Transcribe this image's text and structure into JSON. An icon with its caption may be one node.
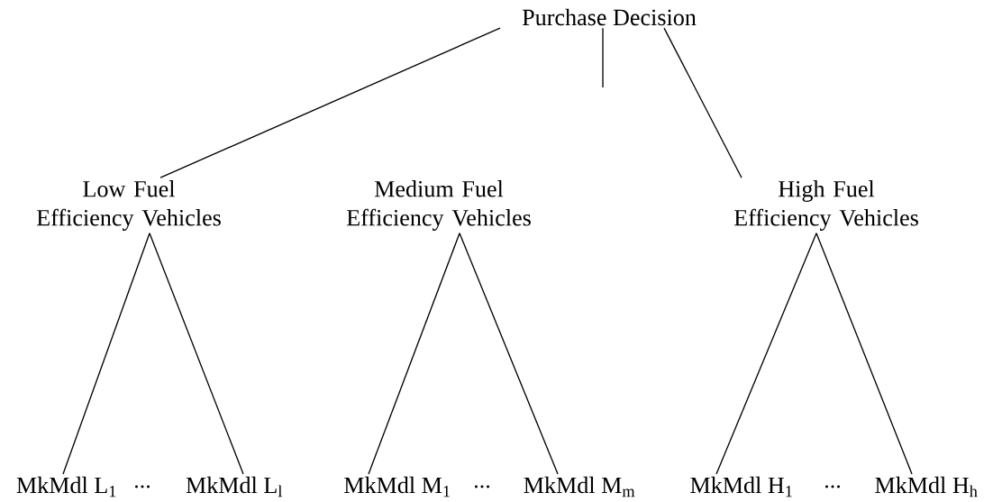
{
  "diagram": {
    "nodes": [
      {
        "text": [
          "Purchase Decision"
        ]
      },
      {
        "text": [
          "Low Fuel Efficiency Vehicles"
        ]
      },
      {
        "text": [
          "Medium Fuel Efficiency Vehicles"
        ]
      },
      {
        "text": [
          "High Fuel Efficiency Vehicles"
        ]
      },
      {
        "text": [
          "MkMdl L$_{1}$"
        ]
      },
      {
        "text": [
          "MkMdl L$_{l}$"
        ]
      },
      {
        "text": [
          "MkMdl M$_{1}$"
        ]
      },
      {
        "text": [
          "MkMdl M$_{m}$"
        ]
      },
      {
        "text": [
          "MkMdl H$_{1}$"
        ]
      },
      {
        "text": [
          "MkMdl H$_{h}$"
        ]
      }
    ],
    "edges": [
      {
        "from": 0,
        "to": 1,
        "arrow": "none"
      },
      {
        "from": 0,
        "to": null,
        "arrow": "none"
      },
      {
        "from": 0,
        "to": 3,
        "arrow": "none"
      },
      {
        "from": 1,
        "to": 4,
        "arrow": "none"
      },
      {
        "from": 1,
        "to": 5,
        "arrow": "none"
      },
      {
        "from": 2,
        "to": 6,
        "arrow": "none"
      },
      {
        "from": 2,
        "to": 7,
        "arrow": "none"
      },
      {
        "from": 3,
        "to": 8,
        "arrow": "none"
      },
      {
        "from": 3,
        "to": 9,
        "arrow": "none"
      }
    ],
    "labels": [
      "...",
      "...",
      "..."
    ]
  }
}
